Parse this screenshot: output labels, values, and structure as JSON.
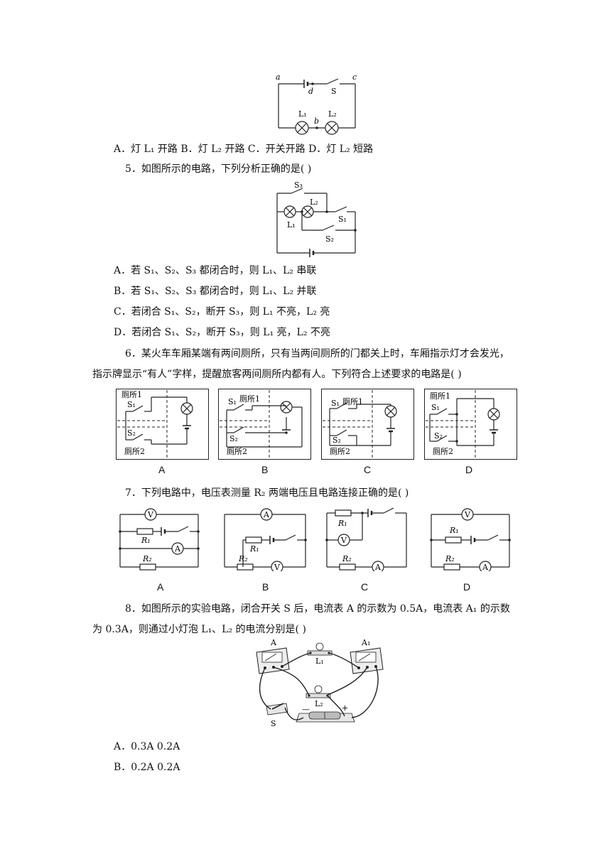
{
  "q4": {
    "fig": {
      "a": "a",
      "d": "d",
      "S": "S",
      "c": "c",
      "L1": "L₁",
      "b": "b",
      "L2": "L₂"
    },
    "options_line": "A．灯 L₁ 开路 B．灯 L₂ 开路 C．开关开路 D．灯 L₂ 短路"
  },
  "q5": {
    "stem": "5．如图所示的电路，下列分析正确的是(          )",
    "fig": {
      "S3": "S₃",
      "L2": "L₂",
      "L1": "L₁",
      "S1": "S₁",
      "S2": "S₂"
    },
    "options": [
      "A．若 S₁、S₂、S₃ 都闭合时，则 L₁、L₂ 串联",
      "B．若 S₁、S₂、S₃ 都闭合时，则 L₁、L₂ 并联",
      "C．若闭合 S₁、S₂，断开 S₃，则 L₁ 不亮，L₂ 亮",
      "D．若闭合 S₁、S₂，断开 S₃，则 L₁ 亮，L₂ 不亮"
    ]
  },
  "q6": {
    "stem_line1": "6．某火车车厢某端有两间厕所，只有当两间厕所的门都关上时，车厢指示灯才会发光，",
    "stem_line2": "指示牌显示“有人”字样，提醒旅客两间厕所内都有人。下列符合上述要求的电路是(          )",
    "room1": "厕所1",
    "room2": "厕所2",
    "s1": "S₁",
    "s2": "S₂",
    "captions": [
      "A",
      "B",
      "C",
      "D"
    ]
  },
  "q7": {
    "stem": "7．下列电路中，电压表测量 R₂ 两端电压且电路连接正确的是(          )",
    "V": "V",
    "A": "A",
    "R1": "R₁",
    "R2": "R₂",
    "captions": [
      "A",
      "B",
      "C",
      "D"
    ]
  },
  "q8": {
    "stem_line1": "8．如图所示的实验电路，闭合开关 S 后，电流表 A 的示数为 0.5A，电流表 A₁ 的示数",
    "stem_line2": "为 0.3A，则通过小灯泡 L₁、L₂ 的电流分别是(          )",
    "fig": {
      "A": "A",
      "A1": "A₁",
      "L1": "L₁",
      "L2": "L₂",
      "S": "S",
      "minus": "—",
      "plus": "+"
    },
    "options": [
      "A．0.3A    0.2A",
      "B．0.2A    0.2A"
    ]
  }
}
